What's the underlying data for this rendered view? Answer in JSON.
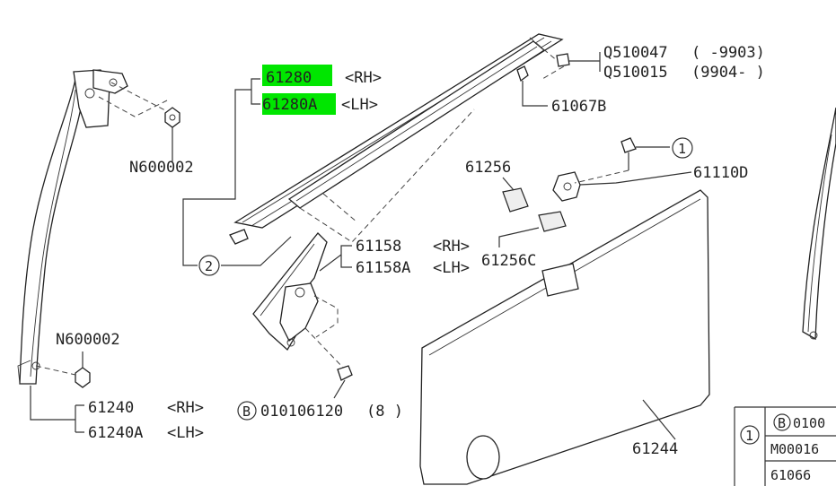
{
  "highlight_color": "#00e600",
  "callouts": {
    "circle_1": "1",
    "circle_2": "2",
    "boxed_b": "B"
  },
  "labels": {
    "p61280": "61280",
    "p61280_side": "<RH>",
    "p61280a": "61280A",
    "p61280a_side": "<LH>",
    "q510047": "Q510047",
    "q510047_range": "( -9903)",
    "q510015": "Q510015",
    "q510015_range": "(9904- )",
    "p61067b": "61067B",
    "n600002_top": "N600002",
    "p61256": "61256",
    "p61110d": "61110D",
    "p61158": "61158",
    "p61158_side": "<RH>",
    "p61158a": "61158A",
    "p61158a_side": "<LH>",
    "p61256c": "61256C",
    "n600002_bottom": "N600002",
    "p61240": "61240",
    "p61240_side": "<RH>",
    "p61240a": "61240A",
    "p61240a_side": "<LH>",
    "bolt_010106120": "010106120",
    "bolt_qty": "(8 )",
    "p61244": "61244"
  },
  "table": {
    "rows": [
      {
        "cell": "0100"
      },
      {
        "cell": "M00016"
      },
      {
        "cell": "61066"
      }
    ]
  }
}
